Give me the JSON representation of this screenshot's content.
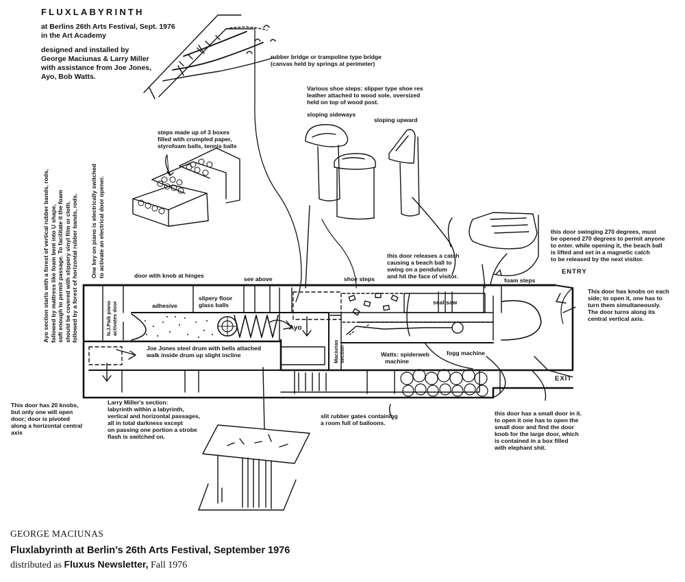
{
  "header": {
    "title": "FLUXLABYRINTH",
    "intro_lines": [
      "at Berlins 26th Arts Festival, Sept. 1976",
      "in the Art Academy",
      "designed and installed by",
      "George Maciunas & Larry Miller",
      "with assistance from Joe Jones,",
      "Ayo, Bob Watts."
    ]
  },
  "notes": {
    "rubber_bridge": [
      "rubber bridge or trampoline type bridge",
      "(canvas held by springs at perimeter)"
    ],
    "shoe_steps": [
      "Various shoe steps: slipper type shoe res",
      "leather attached to wood sole, oversized",
      "held on top of wood post."
    ],
    "sloping_sideways": "sloping sideways",
    "sloping_upward": "sloping upward",
    "box_steps": [
      "steps made up of 3 boxes",
      "filled with crumpled paper,",
      "styrofoam balls, tennis balls"
    ],
    "pendulum_door": [
      "this door releases a catch",
      "causing a beach ball to",
      "swing on a pendulum",
      "and hit the face of visitor."
    ],
    "door_270": [
      "this door swinging 270 degrees, must",
      "be opened 270 degrees to permit anyone",
      "to enter. while opening it, the beach ball",
      "is lifted and set in a magnetic catch",
      "to be released by the next visitor."
    ],
    "entry_door": [
      "This door has knobs on each",
      "side; to open it, one has to",
      "turn them simultaneously.",
      "The door turns along its",
      "central vertical axis."
    ],
    "twenty_knobs": [
      "This door has 20 knobs,",
      "but only one will open",
      "door; door is pivoted",
      "along a horizontal central",
      "axis"
    ],
    "miller_section": [
      "Larry Miller's section:",
      "labyrinth within a labyrinth,",
      "vertical and horizontal passages,",
      "all in total darkness except",
      "on passing one portion a strobe",
      "flash is switched on."
    ],
    "balloons": [
      "slit rubber gates containing",
      "a room full of balloons."
    ],
    "exit_door": [
      "this door has a small door in it.",
      "to open it one has to open the",
      "small door and find the door",
      "knob for the large door, which",
      "is contained in a box filled",
      "with elephant shit."
    ],
    "ayo_vertical": [
      "Ayo section starts with a forest of vertical rubber bands, rods,",
      "followed by mattress like foam bent into U shape,",
      "soft enough to permit passage. To facilitate it the foam",
      "should be covered with slippery vinyl film or cloth.",
      "followed by a forest of horizontal rubber bands, rods."
    ],
    "piano_vertical": [
      "One key on piano is electrically switched",
      "to activate an electrical door opener."
    ]
  },
  "plan_labels": {
    "door_knob_hinges": "door with knob at hinges",
    "see_above": "see above",
    "shoe_steps": "shoe steps",
    "foam_steps": "foam steps",
    "entry": "ENTRY",
    "exit": "EXIT",
    "adhesive": "adhesive",
    "slippery_floor": [
      "slipery floor",
      "glass balls"
    ],
    "seal_saw": "seal saw",
    "nj_paik": [
      "N.J.Paik piano",
      "activates door"
    ],
    "ayo": "Ayo",
    "maciunas_section": [
      "Maciunas",
      "section"
    ],
    "joe_jones": [
      "Joe Jones steel drum with bells attached",
      "walk inside drum up slight incline"
    ],
    "watts": [
      "Watts: spiderweb",
      "machine"
    ],
    "fogg_machine": "fogg machine"
  },
  "caption": {
    "author": "GEORGE MACIUNAS",
    "title": "Fluxlabyrinth at Berlin’s 26th Arts Festival, September 1976",
    "distributed_prefix": "distributed as ",
    "distributed_bold": "Fluxus Newsletter,",
    "distributed_suffix": " Fall 1976"
  }
}
